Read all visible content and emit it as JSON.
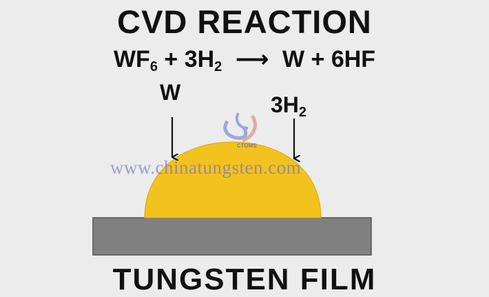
{
  "title": "CVD REACTION",
  "equation": {
    "lhs": {
      "term1": "WF",
      "term1_sub": "6",
      "plus": "+",
      "term2": "3H",
      "term2_sub": "2"
    },
    "arrow": "⟶",
    "rhs": {
      "term1": "W",
      "plus": "+",
      "term2": "6HF"
    }
  },
  "arrows": {
    "left_label": "W",
    "right_label": "3H",
    "right_label_sub": "2"
  },
  "footer": "TUNGSTEN FILM",
  "watermark": {
    "url": "www.chinatungsten.com",
    "brand": "CTOMS"
  },
  "colors": {
    "background": "#ececec",
    "dome": "#f2c21e",
    "substrate": "#808080",
    "text": "#111111",
    "watermark": "#6f6fcf"
  }
}
